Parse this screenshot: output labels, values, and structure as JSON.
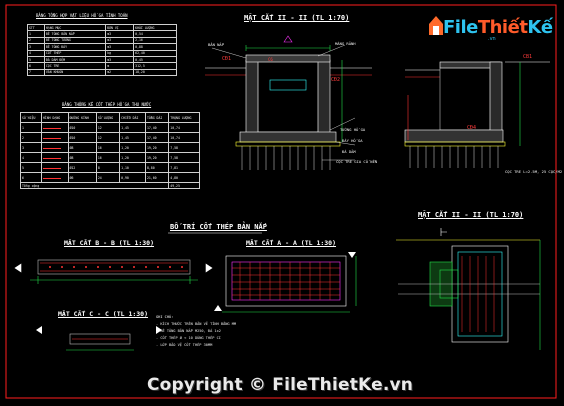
{
  "watermark": {
    "copyright": "Copyright © FileThietKe.vn",
    "logo_a": "File",
    "logo_b": "Thiết",
    "logo_c": "Kế",
    "logo_domain": ".vn"
  },
  "titles": {
    "sec_ii": "MẶT CẮT II - II (TL 1:70)",
    "sec_ii_b": "MẶT CẮT II - II (TL 1:70)",
    "rebar_layout": "BỐ TRÍ CỐT THÉP BẢN NẮP",
    "sec_bb": "MẶT CẮT B - B (TL 1:30)",
    "sec_aa": "MẶT CẮT A - A (TL 1:30)",
    "sec_cc": "MẶT CẮT C - C (TL 1:30)",
    "table1": "BẢNG TỔNG HỢP VẬT LIỆU HỐ GA TÍNH TOÁN",
    "table2": "BẢNG THỐNG KÊ CỐT THÉP HỐ GA THU NƯỚC",
    "table_total": "Tổng cộng"
  },
  "labels": {
    "cd1": "CĐ1",
    "cd2": "CĐ2",
    "cd4": "CĐ4",
    "c6": "C6",
    "cb1": "CB1",
    "lid": "BẢN NẮP",
    "gutter": "MÁNG RÃNH",
    "wall": "TƯỜNG HỐ GA",
    "bottom": "ĐÁY HỐ GA",
    "gravel": "ĐÁ DĂM",
    "piles": "CỌC TRE GIA CỐ NỀN",
    "note_head": "GHI CHÚ:",
    "note_1": "- KÍCH THƯỚC TRÊN BẢN VẼ TÍNH BẰNG MM",
    "note_2": "- BÊ TÔNG BẢN NẮP M250, ĐÁ 1x2",
    "note_3": "- CỐT THÉP Ø < 10 DÙNG THÉP CI",
    "note_4": "- LỚP BẢO VỆ CỐT THÉP 30MM",
    "pile_note": "CỌC TRE L=2.5M, 25 CỌC/M2"
  },
  "table1_rows": [
    [
      "STT",
      "HẠNG MỤC",
      "ĐƠN VỊ",
      "KHỐI LƯỢNG"
    ],
    [
      "1",
      "BÊ TÔNG BẢN NẮP",
      "m3",
      "0,54"
    ],
    [
      "2",
      "BÊ TÔNG TƯỜNG",
      "m3",
      "2,16"
    ],
    [
      "3",
      "BÊ TÔNG ĐÁY",
      "m3",
      "0,88"
    ],
    [
      "4",
      "CỐT THÉP",
      "kg",
      "62,40"
    ],
    [
      "5",
      "ĐÁ DĂM ĐỆM",
      "m3",
      "0,45"
    ],
    [
      "6",
      "CỌC TRE",
      "m",
      "312,5"
    ],
    [
      "7",
      "VÁN KHUÔN",
      "m2",
      "18,20"
    ]
  ],
  "table2_head": [
    "SỐ HIỆU",
    "HÌNH DẠNG",
    "ĐƯỜNG KÍNH",
    "SỐ LƯỢNG",
    "CHIỀU DÀI",
    "TỔNG DÀI",
    "TRỌNG LƯỢNG"
  ],
  "table2_rows": [
    [
      "1",
      "Ø10",
      "12",
      "1,45",
      "17,40",
      "10,74"
    ],
    [
      "2",
      "Ø10",
      "12",
      "1,45",
      "17,40",
      "10,74"
    ],
    [
      "3",
      "Ø8",
      "16",
      "1,20",
      "19,20",
      "7,58"
    ],
    [
      "4",
      "Ø8",
      "16",
      "1,20",
      "19,20",
      "7,58"
    ],
    [
      "5",
      "Ø12",
      "8",
      "1,10",
      "8,80",
      "7,81"
    ],
    [
      "6",
      "Ø6",
      "24",
      "0,90",
      "21,60",
      "4,80"
    ]
  ],
  "table2_total": "49,25",
  "colors": {
    "background": "#000000",
    "line_white": "#ffffff",
    "line_red": "#ff2020",
    "line_green": "#22e04a",
    "line_yellow": "#ffff33",
    "line_magenta": "#ff33ff",
    "line_cyan": "#33ffff",
    "frame": "#ff1e1e"
  }
}
